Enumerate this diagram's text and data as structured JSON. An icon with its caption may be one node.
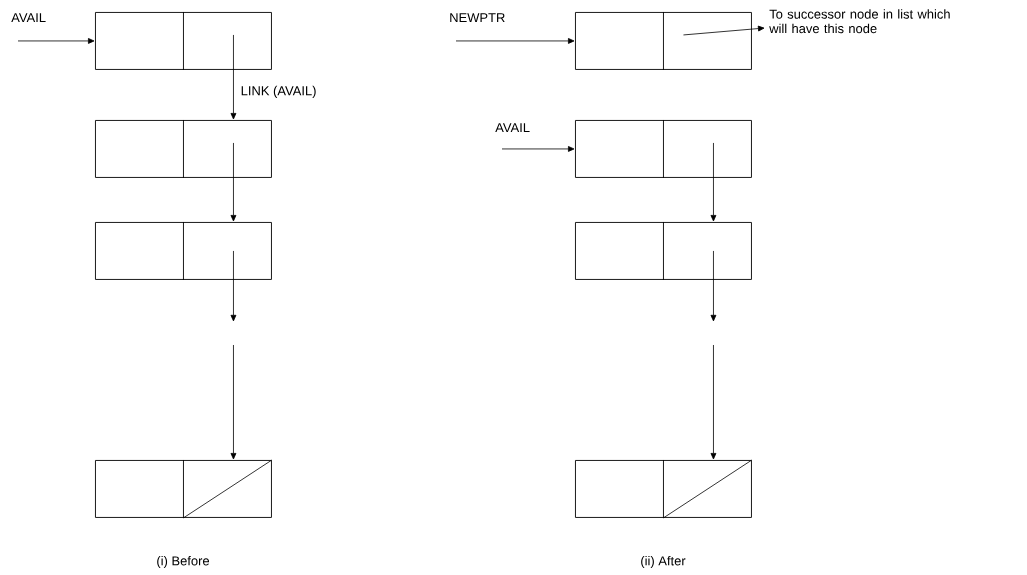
{
  "diagram": {
    "nodes": [
      {
        "text": [
          "AVAIL"
        ]
      },
      {
        "text": [],
        "shape": "box"
      },
      {
        "text": [],
        "shape": "box"
      },
      {
        "text": [],
        "shape": "box"
      },
      {
        "text": [],
        "shape": "box"
      },
      {
        "text": [
          "NEWPTR"
        ]
      },
      {
        "text": [],
        "shape": "box"
      },
      {
        "text": [
          "To successor node in list which will have this node"
        ]
      },
      {
        "text": [
          "AVAIL"
        ]
      },
      {
        "text": [],
        "shape": "box"
      },
      {
        "text": [],
        "shape": "box"
      },
      {
        "text": [],
        "shape": "box"
      }
    ],
    "edges": [
      {
        "from": 0,
        "to": 1,
        "arrow": "to"
      },
      {
        "from": 1,
        "to": 2,
        "arrow": "to",
        "label": "LINK (AVAIL)"
      },
      {
        "from": 2,
        "to": 3,
        "arrow": "to"
      },
      {
        "from": 3,
        "to": null,
        "arrow": "to"
      },
      {
        "from": null,
        "to": 4,
        "arrow": "to"
      },
      {
        "from": 5,
        "to": 6,
        "arrow": "to"
      },
      {
        "from": 6,
        "to": 7,
        "arrow": "to"
      },
      {
        "from": 8,
        "to": 9,
        "arrow": "to"
      },
      {
        "from": 9,
        "to": 10,
        "arrow": "to"
      },
      {
        "from": 10,
        "to": null,
        "arrow": "to"
      },
      {
        "from": null,
        "to": 11,
        "arrow": "to"
      }
    ],
    "labels": [
      "(i) Before",
      "(ii) After"
    ]
  }
}
